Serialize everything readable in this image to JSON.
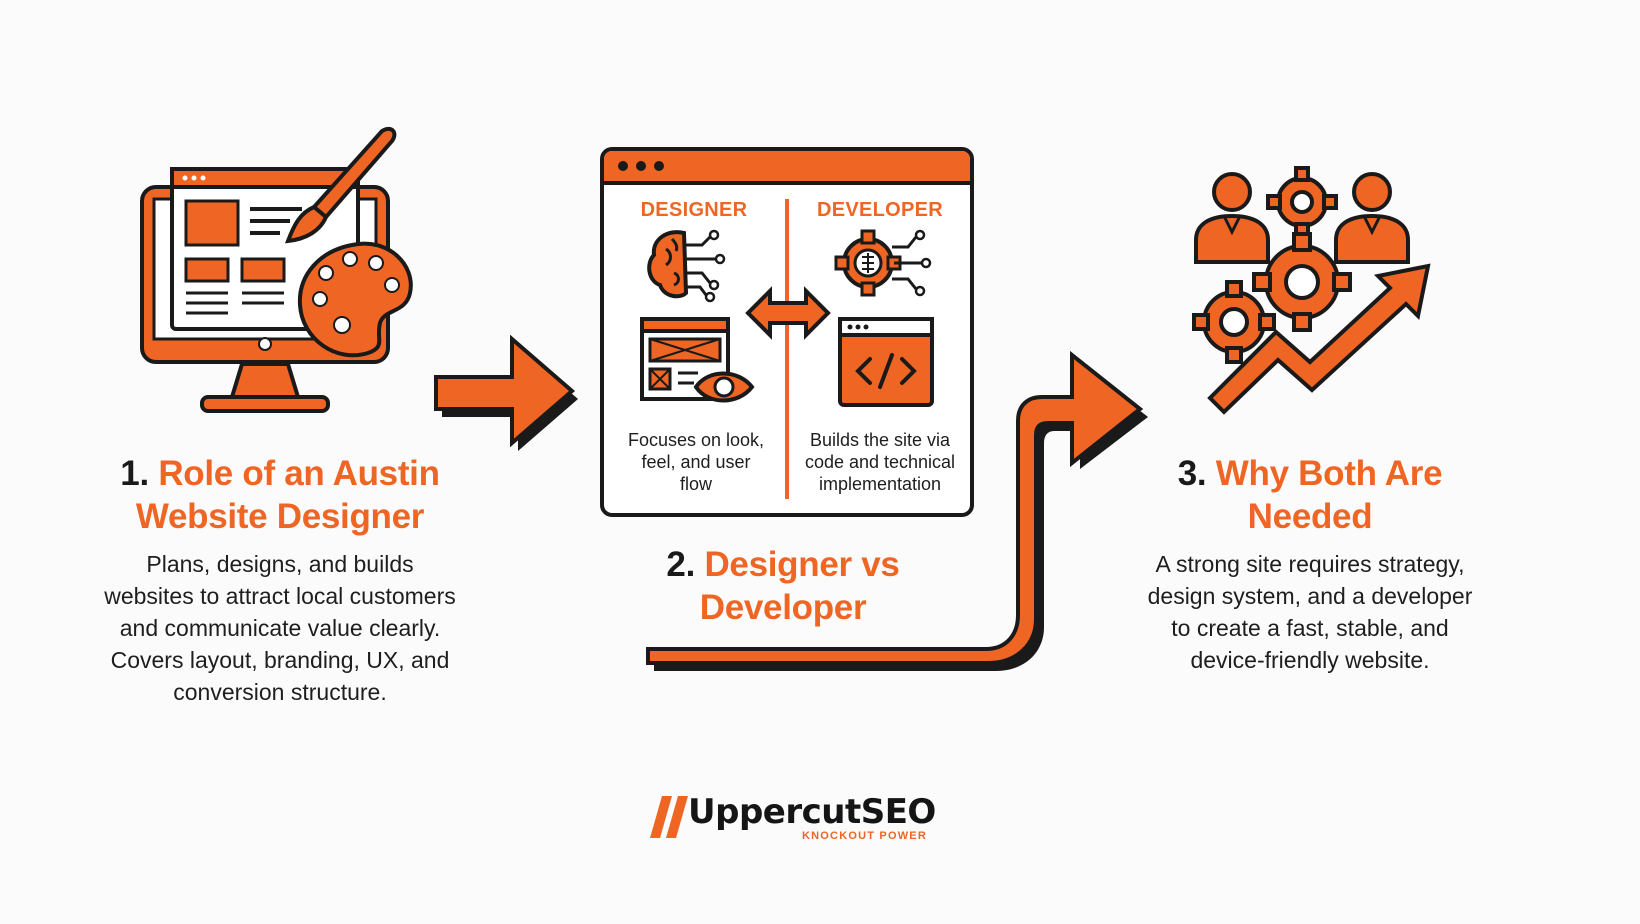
{
  "steps": [
    {
      "number": "1.",
      "title_line1": "Role of an Austin",
      "title_line2": "Website Designer",
      "description": [
        "Plans, designs, and builds",
        "websites to attract local customers",
        "and communicate value clearly.",
        "Covers layout, branding, UX, and",
        "conversion structure."
      ],
      "icons": [
        "monitor-icon",
        "paintbrush-icon",
        "palette-icon"
      ]
    },
    {
      "number": "2.",
      "title_line1": "Designer vs",
      "title_line2": "Developer",
      "panel": {
        "left": {
          "label": "DESIGNER",
          "caption": [
            "Focuses on look,",
            "feel, and user",
            "flow"
          ],
          "icons": [
            "brain-icon",
            "wireframe-eye-icon"
          ]
        },
        "right": {
          "label": "DEVELOPER",
          "caption": [
            "Builds the site via",
            "code and technical",
            "implementation"
          ],
          "icons": [
            "gear-circuit-icon",
            "code-window-icon"
          ]
        },
        "center_icon": "double-arrow-icon"
      }
    },
    {
      "number": "3.",
      "title_line1": "Why Both Are",
      "title_line2": "Needed",
      "description": [
        "A strong site requires strategy,",
        "design system, and a developer",
        "to create a fast, stable, and",
        "device-friendly website."
      ],
      "icons": [
        "team-icon",
        "gears-icon",
        "growth-arrow-icon"
      ]
    }
  ],
  "logo": {
    "name": "UppercutSEO",
    "tagline": "KNOCKOUT POWER"
  },
  "colors": {
    "accent": "#ef6524",
    "dark": "#1a1a1a",
    "background": "#fbfbfb"
  }
}
